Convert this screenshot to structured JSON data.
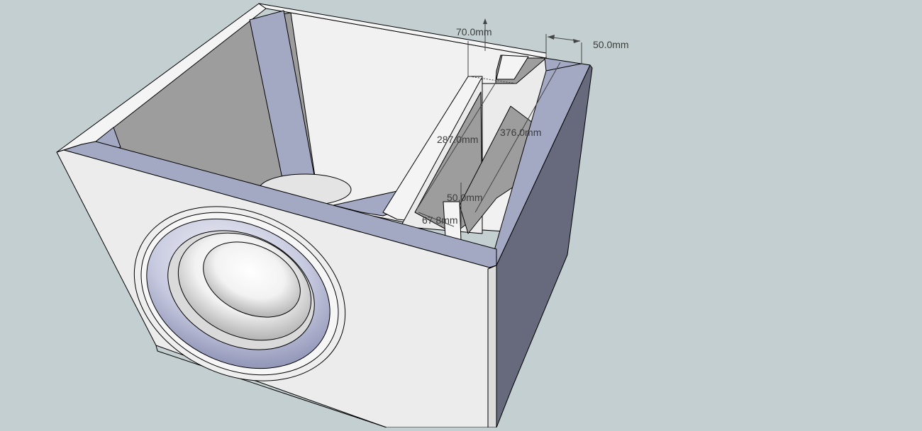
{
  "model": {
    "background_color": "#c3cfd1",
    "face_light": "#f1f1f1",
    "face_front": "#ececec",
    "face_inner_grey": "#9d9d9d",
    "face_blue": "#a4a9c3",
    "face_dark_side": "#666a7c",
    "edge_color": "#000000"
  },
  "dimensions": {
    "port_top_width": "70.0mm",
    "panel_thickness": "50.0mm",
    "inner_divider_length": "287.0mm",
    "outer_divider_length": "376.0mm",
    "port_gap": "50.0mm",
    "port_depth": "67.8mm"
  }
}
